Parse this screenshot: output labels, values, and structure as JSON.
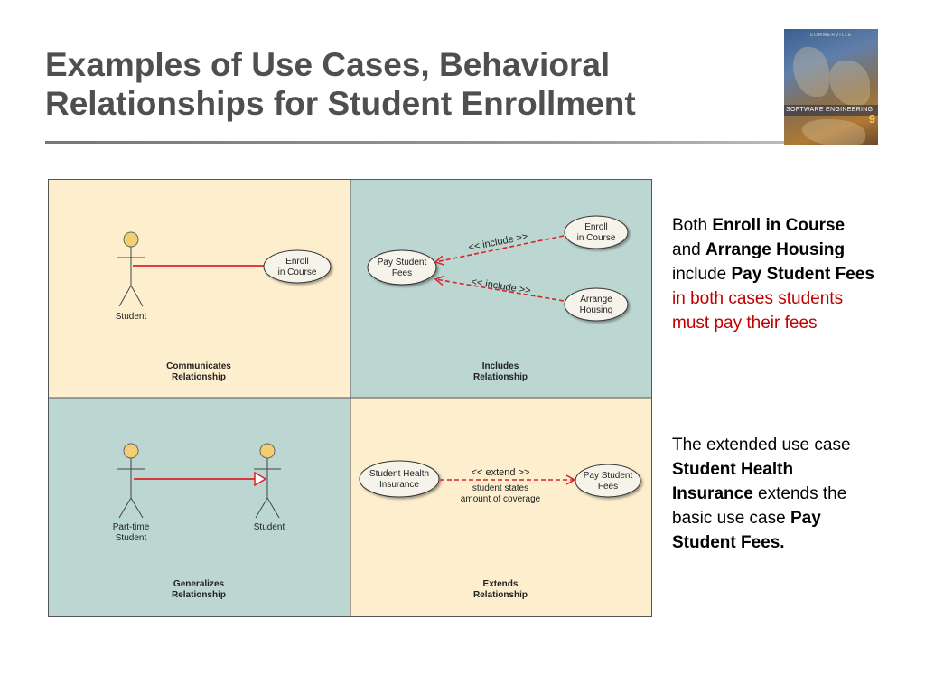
{
  "slide": {
    "title_line1": "Examples of Use Cases, Behavioral",
    "title_line2": "Relationships for Student Enrollment"
  },
  "book_cover": {
    "author": "SOMMERVILLE",
    "title": "SOFTWARE ENGINEERING",
    "edition": "9"
  },
  "diagram": {
    "colors": {
      "cream": "#fdeecd",
      "teal": "#bcd6d1",
      "line": "#d9242c",
      "ellipse_fill": "#f6f3ea",
      "actor_head": "#f3cf72"
    },
    "communicates": {
      "actor_label": "Student",
      "usecase_line1": "Enroll",
      "usecase_line2": "in Course",
      "caption_line1": "Communicates",
      "caption_line2": "Relationship"
    },
    "includes": {
      "base_line1": "Pay Student",
      "base_line2": "Fees",
      "top_line1": "Enroll",
      "top_line2": "in Course",
      "bottom_line1": "Arrange",
      "bottom_line2": "Housing",
      "include_label1": "<< include >>",
      "include_label2": "<< include >>",
      "caption_line1": "Includes",
      "caption_line2": "Relationship"
    },
    "generalizes": {
      "child_label_line1": "Part-time",
      "child_label_line2": "Student",
      "parent_label": "Student",
      "caption_line1": "Generalizes",
      "caption_line2": "Relationship"
    },
    "extends": {
      "extension_line1": "Student Health",
      "extension_line2": "Insurance",
      "base_line1": "Pay Student",
      "base_line2": "Fees",
      "extend_label": "<< extend >>",
      "condition_line1": "student states",
      "condition_line2": "amount of coverage",
      "caption_line1": "Extends",
      "caption_line2": "Relationship"
    }
  },
  "notes": {
    "includes": {
      "t1": "Both ",
      "b1": "Enroll in Course",
      "t2": "and ",
      "b2": "Arrange Housing",
      "t3": "include ",
      "b3": "Pay Student Fees",
      "red1": "in both cases students",
      "red2": "must pay their fees"
    },
    "extends": {
      "t1": "The extended use case",
      "b1": "Student Health",
      "b2": "Insurance",
      "t2": " extends the",
      "t3": "basic use case ",
      "b3": "Pay",
      "b4": "Student Fees."
    }
  }
}
